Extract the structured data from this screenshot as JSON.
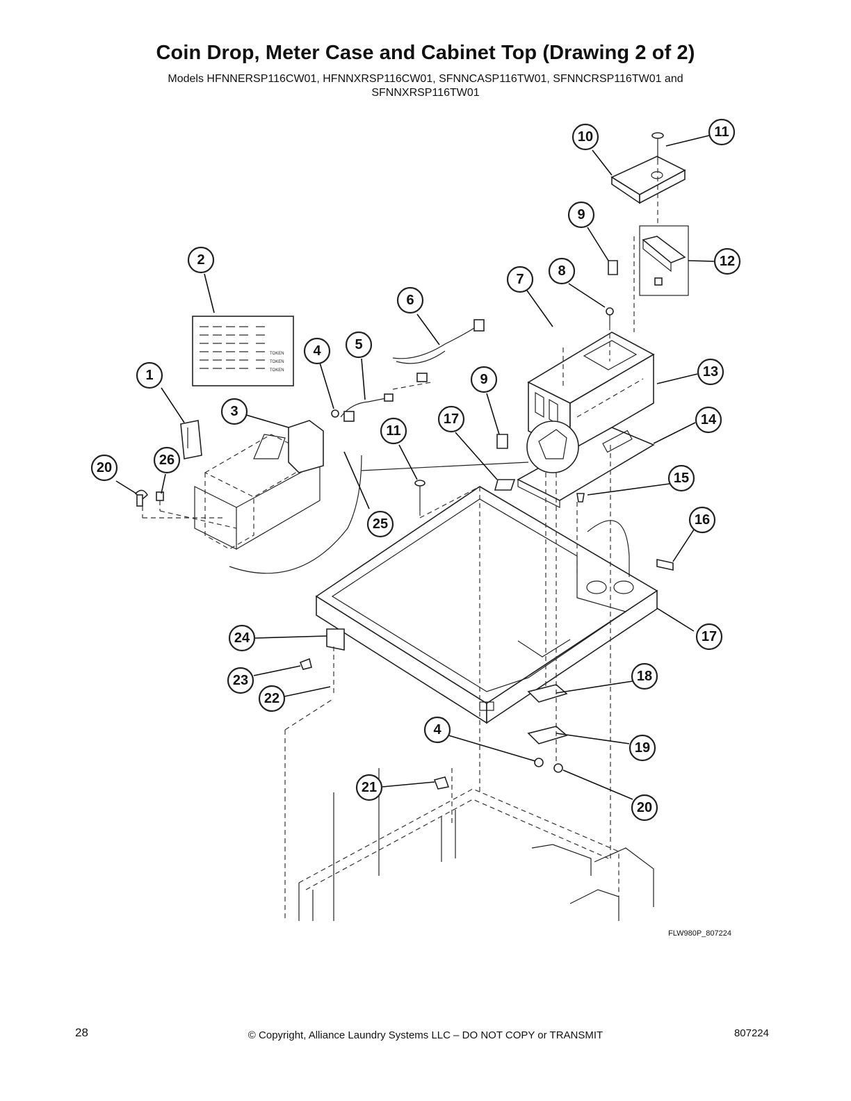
{
  "page": {
    "title": "Coin Drop, Meter Case and Cabinet Top (Drawing 2 of 2)",
    "subtitle_line1": "Models HFNNERSP116CW01, HFNNXRSP116CW01, SFNNCASP116TW01, SFNNCRSP116TW01 and",
    "subtitle_line2": "SFNNXRSP116TW01",
    "drawing_code": "FLW980P_807224",
    "page_number": "28",
    "copyright": "© Copyright, Alliance Laundry Systems LLC – DO NOT COPY or TRANSMIT",
    "document_number": "807224"
  },
  "label_card": {
    "token_lines": [
      "TOKEN",
      "TOKEN",
      "TOKEN"
    ]
  },
  "callouts": [
    "1",
    "2",
    "3",
    "4",
    "5",
    "6",
    "7",
    "8",
    "9",
    "10",
    "11",
    "12",
    "13",
    "14",
    "15",
    "16",
    "17",
    "18",
    "19",
    "20",
    "21",
    "22",
    "23",
    "24",
    "25",
    "26",
    "9",
    "11",
    "4",
    "20",
    "17"
  ]
}
